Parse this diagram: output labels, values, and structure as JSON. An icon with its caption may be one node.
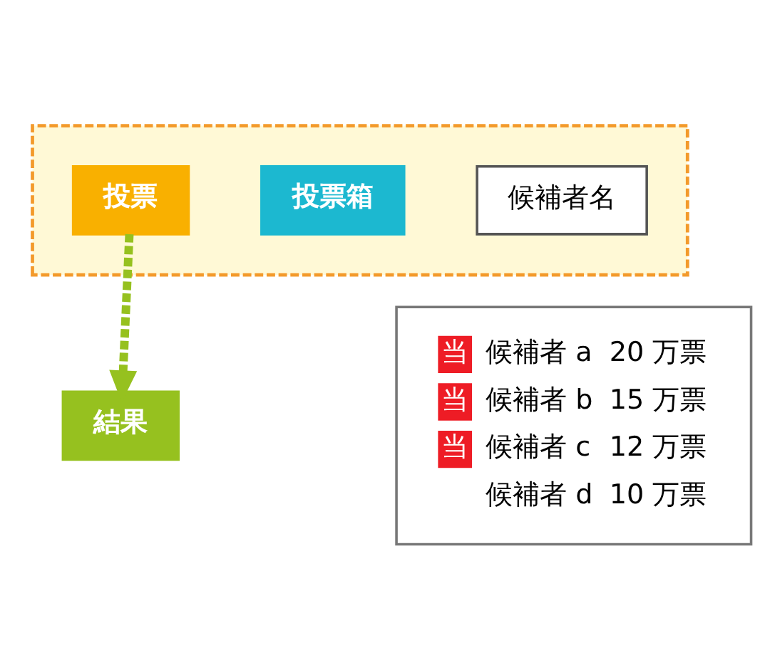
{
  "diagram": {
    "nodes": [
      {
        "text": [],
        "shape": "box"
      },
      {
        "text": [
          "投票"
        ],
        "in": 0
      },
      {
        "text": [
          "投票箱"
        ],
        "in": 0
      },
      {
        "text": [
          "候補者名"
        ],
        "in": 0
      },
      {
        "text": [
          "結果"
        ]
      },
      {
        "text": [
          "当",
          "候補者 a",
          "20 万票",
          "当",
          "候補者 b",
          "15 万票",
          "当",
          "候補者 c",
          "12 万票",
          "候補者 d",
          "10 万票"
        ]
      }
    ],
    "edges": [
      {
        "from": 1,
        "to": 4,
        "arrow": "to",
        "style": "dashed",
        "color": "#96c11f"
      }
    ]
  }
}
